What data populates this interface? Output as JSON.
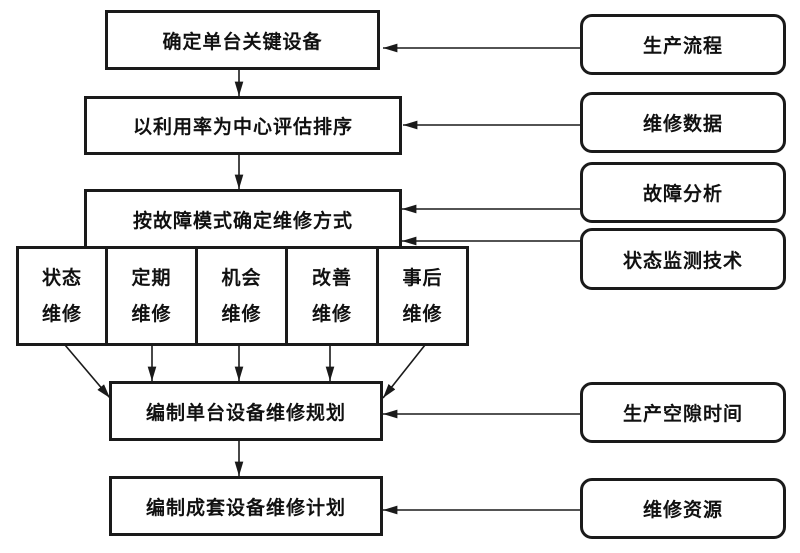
{
  "main_flow": {
    "step1": "确定单台关键设备",
    "step2": "以利用率为中心评估排序",
    "step3": "按故障模式确定维修方式",
    "modes": [
      {
        "line1": "状态",
        "line2": "维修"
      },
      {
        "line1": "定期",
        "line2": "维修"
      },
      {
        "line1": "机会",
        "line2": "维修"
      },
      {
        "line1": "改善",
        "line2": "维修"
      },
      {
        "line1": "事后",
        "line2": "维修"
      }
    ],
    "step4": "编制单台设备维修规划",
    "step5": "编制成套设备维修计划"
  },
  "inputs": [
    {
      "label": "生产流程",
      "target": "step1"
    },
    {
      "label": "维修数据",
      "target": "step2"
    },
    {
      "label": "故障分析",
      "target": "step3"
    },
    {
      "label": "状态监测技术",
      "target": "step3"
    },
    {
      "label": "生产空隙时间",
      "target": "step4"
    },
    {
      "label": "维修资源",
      "target": "step5"
    }
  ]
}
